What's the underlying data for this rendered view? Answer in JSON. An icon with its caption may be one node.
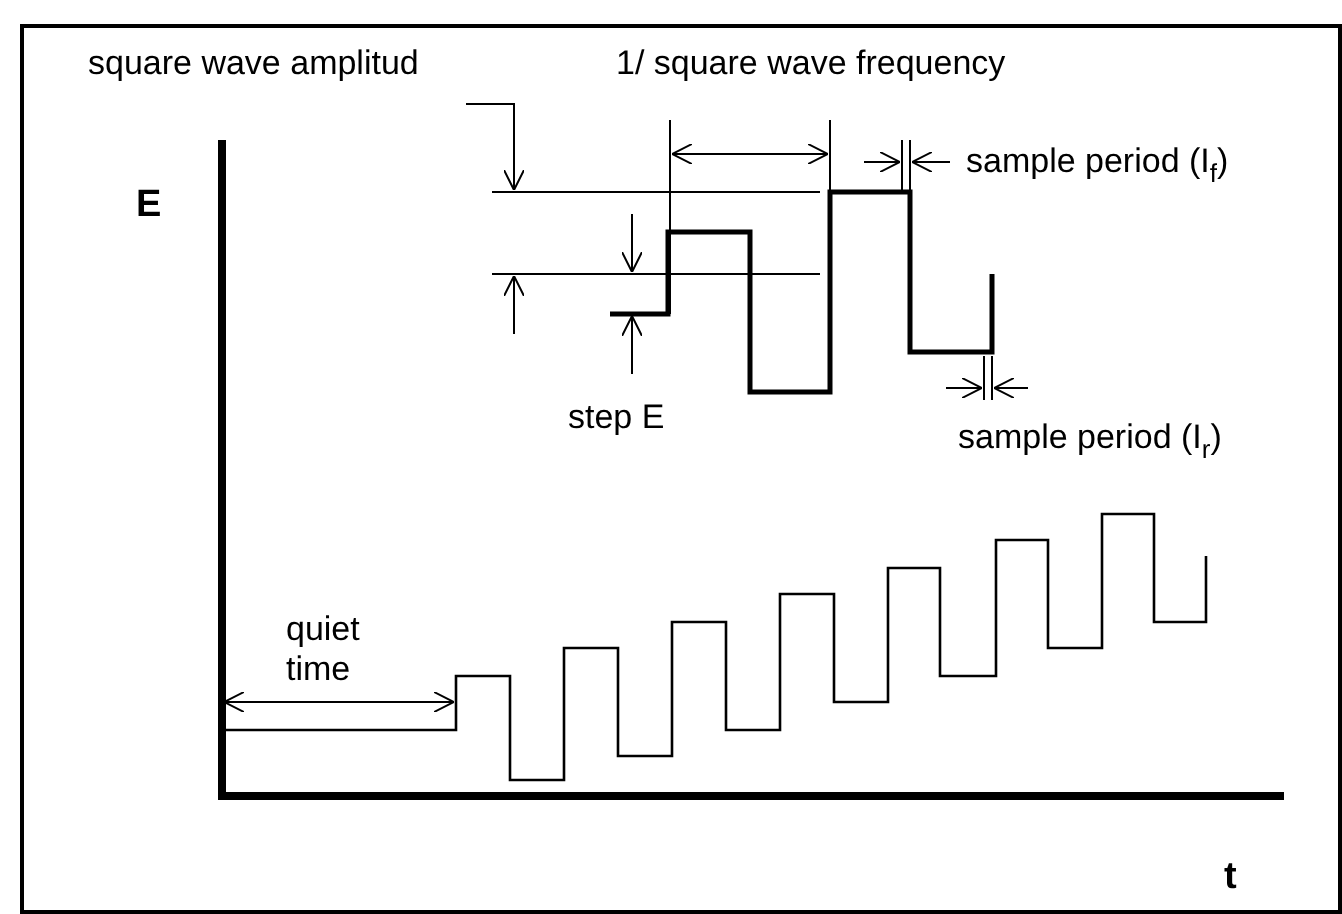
{
  "diagram": {
    "labels": [
      "square wave amplitud",
      "1/ square wave frequency",
      "E",
      "sample period (I$_{f}$)",
      "step E",
      "sample period (I$_{r}$)",
      "quiet time",
      "t"
    ]
  }
}
